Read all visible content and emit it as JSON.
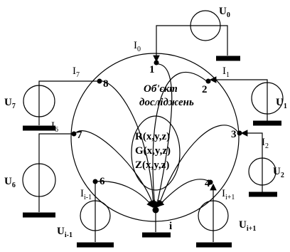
{
  "diagram": {
    "object_label_line1": "Об'єкт",
    "object_label_line2": "досліджень",
    "params": [
      "R(x,y,z)",
      "G(x,y,z)",
      "Z(x,y,z)"
    ],
    "nodes": {
      "n1": "1",
      "n2": "2",
      "n3": "3",
      "n4": "4",
      "n6": "6",
      "n7": "7",
      "n8": "8",
      "ni": "i"
    },
    "sources": {
      "u0": {
        "base": "U",
        "sub": "0"
      },
      "u1": {
        "base": "U",
        "sub": "1"
      },
      "u2": {
        "base": "U",
        "sub": "2"
      },
      "u6": {
        "base": "U",
        "sub": "6"
      },
      "u7": {
        "base": "U",
        "sub": "7"
      },
      "u_im1": {
        "base": "U",
        "sub": "i-1"
      },
      "u_ip1": {
        "base": "U",
        "sub": "i+1"
      }
    },
    "currents": {
      "i0": {
        "base": "I",
        "sub": "0"
      },
      "i1": {
        "base": "I",
        "sub": "1"
      },
      "i2": {
        "base": "I",
        "sub": "2"
      },
      "i6": {
        "base": "I",
        "sub": "6"
      },
      "i7": {
        "base": "I",
        "sub": "7"
      },
      "i_im1": {
        "base": "I",
        "sub": "i-1"
      },
      "i_ip1": {
        "base": "I",
        "sub": "i+1"
      }
    },
    "colors": {
      "line": "#000000",
      "background": "#ffffff"
    }
  }
}
